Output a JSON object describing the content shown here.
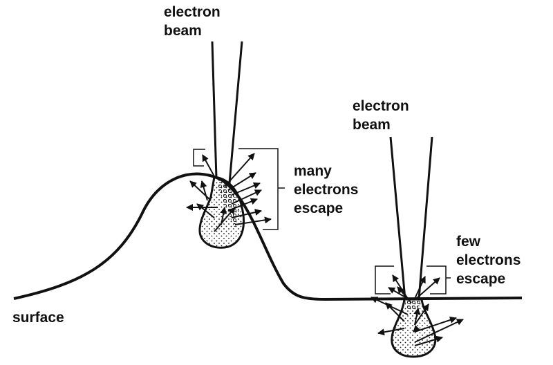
{
  "labels": {
    "beam_left": [
      "electron",
      "beam"
    ],
    "beam_right": [
      "electron",
      "beam"
    ],
    "many": [
      "many",
      "electrons",
      "escape"
    ],
    "few": [
      "few",
      "electrons",
      "escape"
    ],
    "surface": "surface"
  },
  "colors": {
    "ink": "#111111",
    "background": "#ffffff"
  }
}
